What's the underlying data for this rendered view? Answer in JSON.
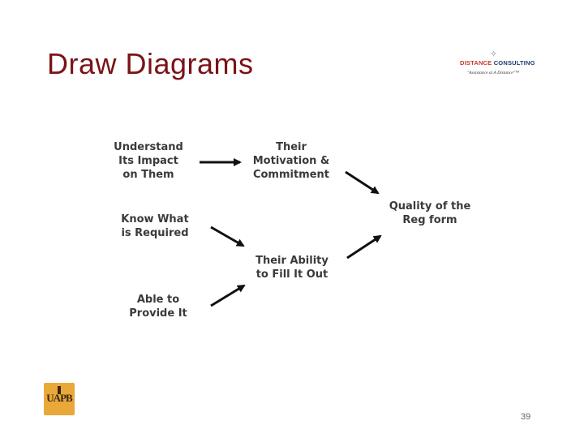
{
  "slide": {
    "title": "Draw Diagrams",
    "page_number": "39"
  },
  "logo": {
    "name_part1": "DISTANCE",
    "name_part2": "CONSULTING",
    "tagline": "\"Assistance at A Distance\"™",
    "icon": "star-icon"
  },
  "university_logo": {
    "text": "UAPB"
  },
  "diagram": {
    "nodes": [
      {
        "id": "n1",
        "label": "Understand\nIts Impact\non Them"
      },
      {
        "id": "n2",
        "label": "Their\nMotivation &\nCommitment"
      },
      {
        "id": "n3",
        "label": "Quality of the\nReg form"
      },
      {
        "id": "n4",
        "label": "Know What\nis Required"
      },
      {
        "id": "n5",
        "label": "Their Ability\nto Fill It Out"
      },
      {
        "id": "n6",
        "label": "Able to\nProvide It"
      }
    ],
    "edges": [
      {
        "from": "n1",
        "to": "n2"
      },
      {
        "from": "n2",
        "to": "n3"
      },
      {
        "from": "n4",
        "to": "n5"
      },
      {
        "from": "n6",
        "to": "n5"
      },
      {
        "from": "n5",
        "to": "n3"
      }
    ],
    "colors": {
      "text": "#3a3a3a",
      "arrow": "#111111",
      "title": "#7a1318"
    }
  }
}
